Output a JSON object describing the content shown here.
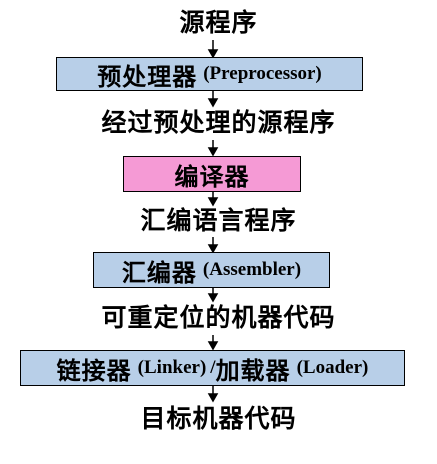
{
  "colors": {
    "box_blue": "#b8cfe8",
    "box_pink": "#f59ad5",
    "arrow": "#000000",
    "text": "#000000"
  },
  "flow": {
    "source_program": "源程序",
    "preprocessor": {
      "cn": "预处理器",
      "en": "(Preprocessor)"
    },
    "preprocessed_source": "经过预处理的源程序",
    "compiler": {
      "cn": "编译器"
    },
    "assembly_program": "汇编语言程序",
    "assembler": {
      "cn": "汇编器",
      "en": "(Assembler)"
    },
    "relocatable_code": "可重定位的机器代码",
    "linker_loader": {
      "cn1": "链接器",
      "en1": "(Linker)",
      "sep": "/",
      "cn2": "加载器",
      "en2": "(Loader)"
    },
    "target_code": "目标机器代码"
  }
}
